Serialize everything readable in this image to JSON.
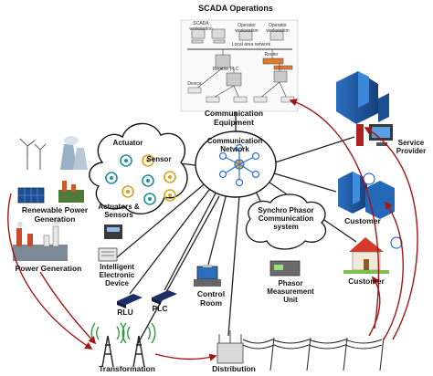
{
  "labels": {
    "scada_title": "SCADA Operations",
    "comm_equipment": "Communication\nEquipment",
    "comm_network": "Communication\nNetwork",
    "actuator": "Actuator",
    "sensor": "Sensor",
    "actuators_sensors": "Actuators &\nSensors",
    "ied": "Intelligent\nElectronic\nDevice",
    "rlu": "RLU",
    "plc": "PLC",
    "control_room": "Control\nRoom",
    "synchro_phasor": "Synchro Phasor\nCommunication\nsystem",
    "pmu": "Phasor\nMeasurement\nUnit",
    "renewable": "Renewable Power\nGeneration",
    "power_generation": "Power Generation",
    "transformation": "Transformation",
    "distribution": "Distribution",
    "customer_top": "Customer",
    "customer_bottom": "Customer",
    "service_provider": "Service\nProvider"
  },
  "scada_inset": {
    "scada_workstation": "SCADA workstation",
    "operator_workstation": "Operator workstation",
    "operator_workstation_2": "Operator workstation",
    "local_area_network": "Local area network",
    "router": "Router",
    "remote_plc": "Remote PLC",
    "device": "Device"
  },
  "colors": {
    "link_line": "#222222",
    "arrow_red": "#a31515",
    "hub_blue": "#2f6fd6",
    "building_blue": "#1f5fa8",
    "sensor_gold": "#d6a21a",
    "sensor_teal": "#1f8fa0"
  }
}
